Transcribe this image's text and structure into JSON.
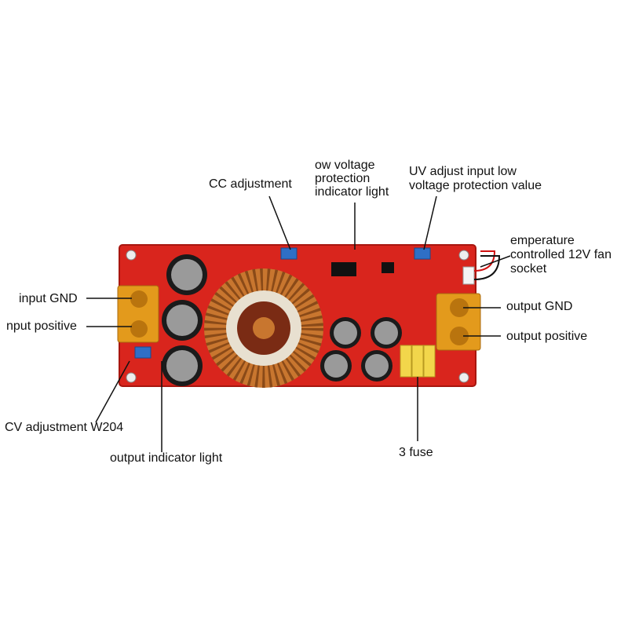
{
  "labels": {
    "cc_adjustment": "CC adjustment",
    "low_voltage_light": [
      "ow voltage",
      "protection",
      "indicator light"
    ],
    "uv_adjust": [
      "UV adjust input low",
      "voltage protection value"
    ],
    "fan_socket": [
      "emperature",
      "controlled 12V fan",
      "socket"
    ],
    "input_gnd": "input GND",
    "input_positive": "nput positive",
    "output_gnd": "output GND",
    "output_positive": "output positive",
    "cv_adjustment": "CV adjustment W204",
    "output_indicator": "output indicator light",
    "fuse": "3 fuse"
  },
  "colors": {
    "board": "#d9251d",
    "terminal": "#e39a1c",
    "potentiometer": "#2f6fc6",
    "copper": "#c8762f",
    "capacitor": "#1b1b1b",
    "fuse": "#f2d64b"
  }
}
